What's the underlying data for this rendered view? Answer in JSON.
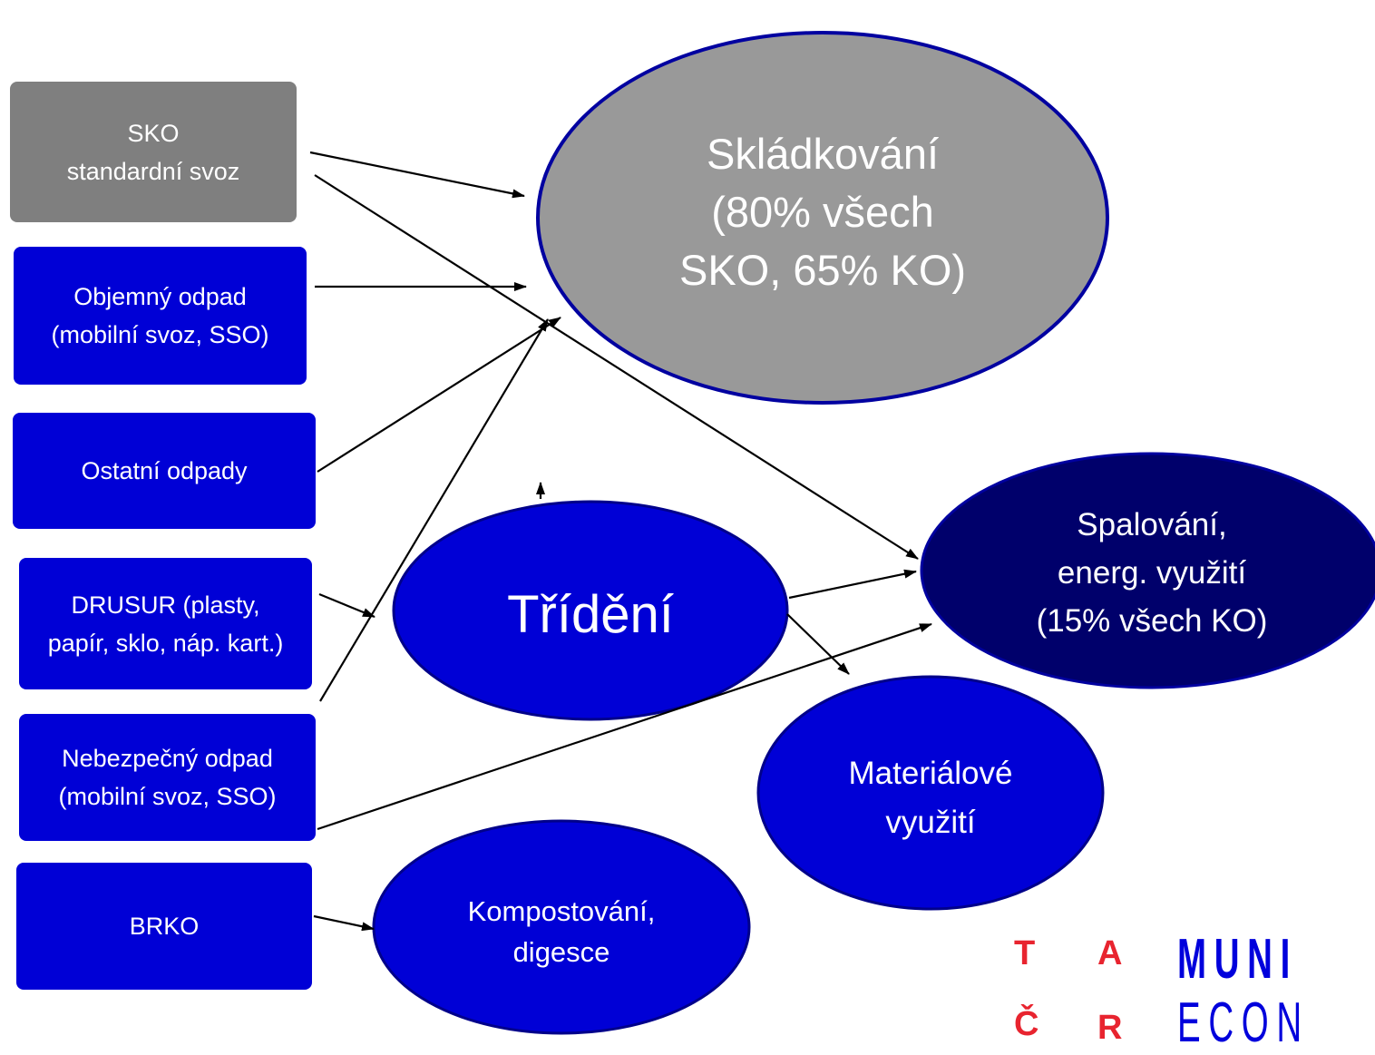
{
  "sources": {
    "sko": [
      "SKO",
      "standardní svoz"
    ],
    "objemny": [
      "Objemný odpad",
      "(mobilní svoz, SSO)"
    ],
    "ostatni": [
      "Ostatní odpady"
    ],
    "drusur": [
      "DRUSUR (plasty,",
      "papír, sklo, náp. kart.)"
    ],
    "nebezpecny": [
      "Nebezpečný odpad",
      "(mobilní svoz, SSO)"
    ],
    "brko": [
      "BRKO"
    ]
  },
  "targets": {
    "skladkovani": [
      "Skládkování",
      "(80% všech",
      "SKO, 65% KO)"
    ],
    "spalovani": [
      "Spalování,",
      "energ. využití",
      "(15% všech KO)"
    ],
    "trideni": [
      "Třídění"
    ],
    "materialove": [
      "Materiálové",
      "využití"
    ],
    "kompostovani": [
      "Kompostování,",
      "digesce"
    ]
  },
  "logo": {
    "ta_top": [
      "T",
      "A"
    ],
    "ta_bottom": [
      "Č",
      "R"
    ],
    "muni": "MUNI",
    "econ": "ECON"
  },
  "colors": {
    "box_blue": "#0000d6",
    "box_gray": "#7f7f7f",
    "ellipse_blue": "#0000d6",
    "ellipse_navy": "#00006b",
    "ellipse_gray": "#999999",
    "ta_red": "#e8242f",
    "muni_blue": "#0000dc"
  }
}
